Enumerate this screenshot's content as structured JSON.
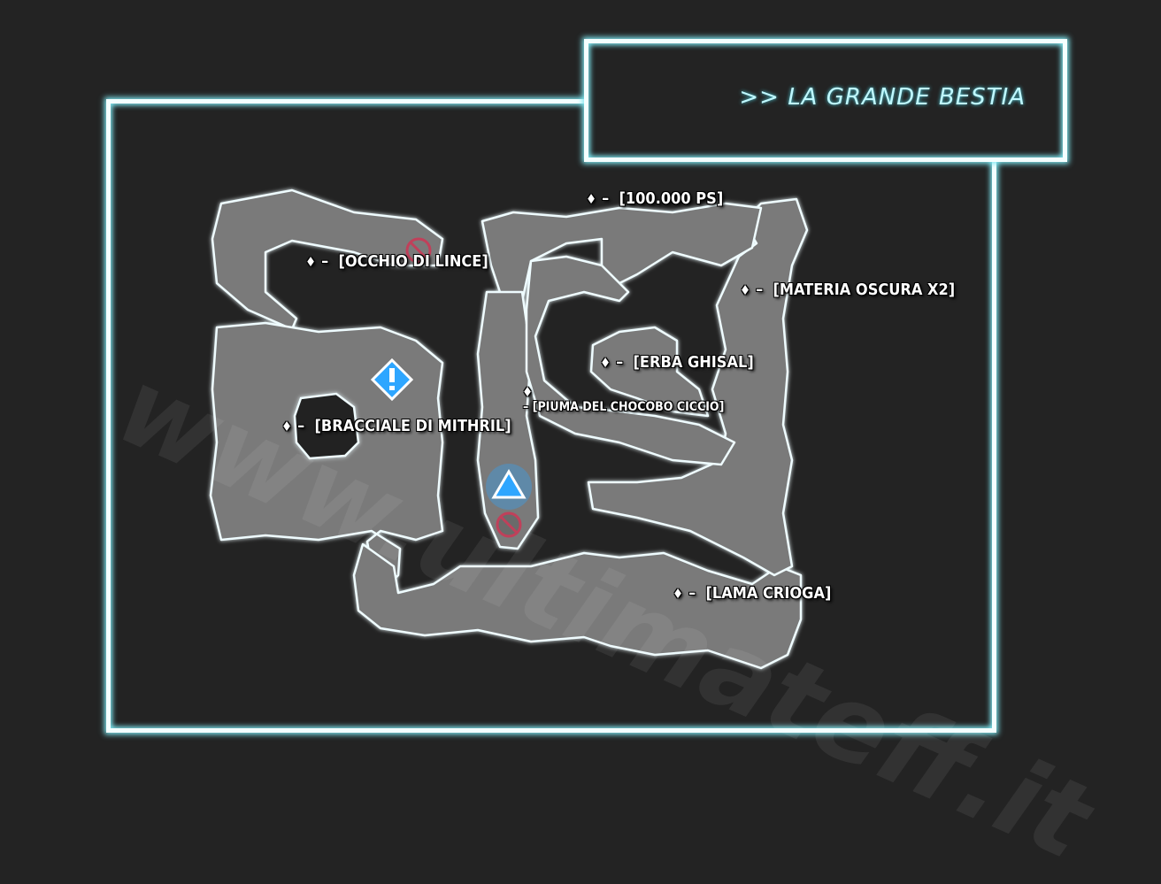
{
  "title": ">> LA GRANDE BESTIA",
  "watermark": "www.ultimateff.it",
  "marker_symbol": "♦",
  "dash": "–",
  "loot": [
    {
      "name": "[100.000 PS]"
    },
    {
      "name": "[OCCHIO DI LINCE]"
    },
    {
      "name": "[MATERIA OSCURA X2]"
    },
    {
      "name": "[ERBA GHISAL]"
    },
    {
      "name": "[PIUMA DEL CHOCOBO CICCIO]"
    },
    {
      "name": "[BRACCIALE DI MITHRIL]"
    },
    {
      "name": "[LAMA CRIOGA]"
    }
  ],
  "icons": {
    "start": "start-triangle-icon",
    "event": "exclamation-diamond-icon",
    "blocked": "no-entry-icon"
  },
  "colors": {
    "background": "#232323",
    "frame": "#f4ffff",
    "glow": "#7fe8f2",
    "floor": "#7a7a7a",
    "start": "#2ea6ff",
    "blocked": "#c0405a"
  }
}
